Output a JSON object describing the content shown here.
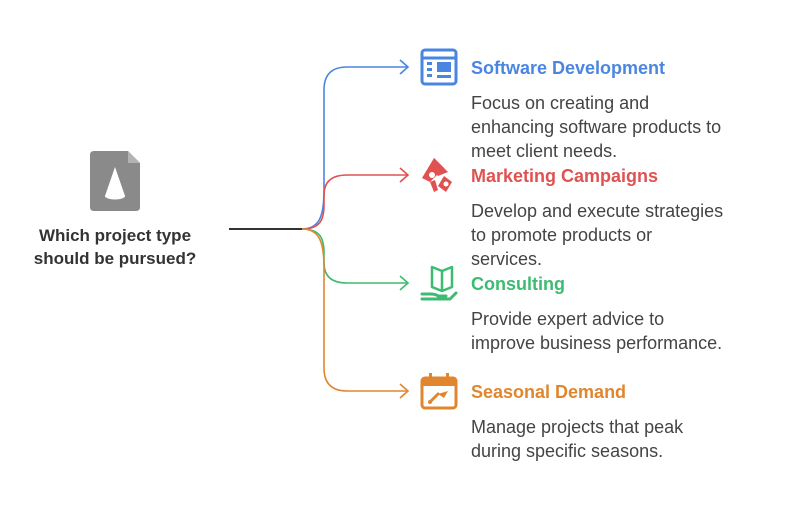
{
  "question": {
    "line1": "Which project type",
    "line2": "should be pursued?"
  },
  "colors": {
    "root_icon": "#8a8a8a",
    "trunk": "#333333",
    "software": "#4a86e0",
    "marketing": "#e05252",
    "consulting": "#3dbb72",
    "seasonal": "#e0862f"
  },
  "options": [
    {
      "id": "software",
      "title": "Software Development",
      "icon": "browser-layout-icon",
      "desc": [
        "Focus on creating and",
        "enhancing software products to",
        "meet client needs."
      ]
    },
    {
      "id": "marketing",
      "title": "Marketing Campaigns",
      "icon": "megaphone-icon",
      "desc": [
        "Develop and execute strategies",
        "to promote products or",
        "services."
      ]
    },
    {
      "id": "consulting",
      "title": "Consulting",
      "icon": "book-hand-icon",
      "desc": [
        "Provide expert advice to",
        "improve business performance."
      ]
    },
    {
      "id": "seasonal",
      "title": "Seasonal Demand",
      "icon": "calendar-icon",
      "desc": [
        "Manage projects that peak",
        "during specific seasons."
      ]
    }
  ]
}
